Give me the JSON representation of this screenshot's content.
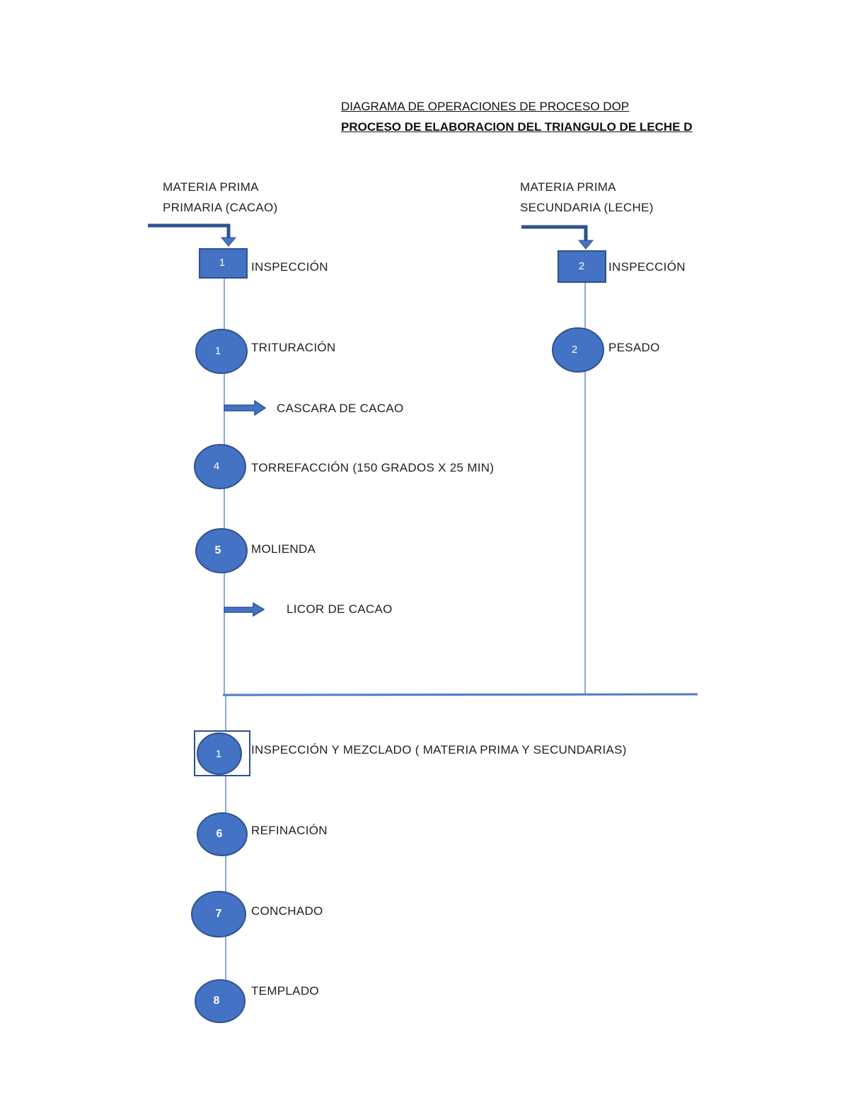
{
  "header": {
    "title": "DIAGRAMA DE OPERACIONES DE PROCESO DOP",
    "subtitle": "PROCESO DE ELABORACION DEL TRIANGULO DE LECHE D"
  },
  "colors": {
    "shape_fill": "#4472c4",
    "shape_stroke": "#2f528f",
    "line": "#4f7ac8"
  },
  "sources": {
    "primary": {
      "line1": "MATERIA PRIMA",
      "line2": "PRIMARIA (CACAO)"
    },
    "secondary": {
      "line1": "MATERIA PRIMA",
      "line2": "SECUNDARIA (LECHE)"
    }
  },
  "left_steps": [
    {
      "symbol": "inspection",
      "number": "1",
      "label": "INSPECCIÓN"
    },
    {
      "symbol": "operation",
      "number": "1",
      "label": "TRITURACIÓN"
    },
    {
      "symbol": "operation",
      "number": "4",
      "label": "TORREFACCIÓN (150 GRADOS X 25 MIN)"
    },
    {
      "symbol": "operation",
      "number": "5",
      "label": "MOLIENDA"
    }
  ],
  "right_steps": [
    {
      "symbol": "inspection",
      "number": "2",
      "label": "INSPECCIÓN"
    },
    {
      "symbol": "operation",
      "number": "2",
      "label": "PESADO"
    }
  ],
  "outputs": [
    {
      "label": "CASCARA DE CACAO"
    },
    {
      "label": "LICOR DE CACAO"
    }
  ],
  "final_steps": [
    {
      "symbol": "combined",
      "number": "1",
      "label": "INSPECCIÓN Y MEZCLADO ( MATERIA PRIMA Y SECUNDARIAS)"
    },
    {
      "symbol": "operation",
      "number": "6",
      "label": "REFINACIÓN"
    },
    {
      "symbol": "operation",
      "number": "7",
      "label": "CONCHADO"
    },
    {
      "symbol": "operation",
      "number": "8",
      "label": "TEMPLADO"
    }
  ]
}
